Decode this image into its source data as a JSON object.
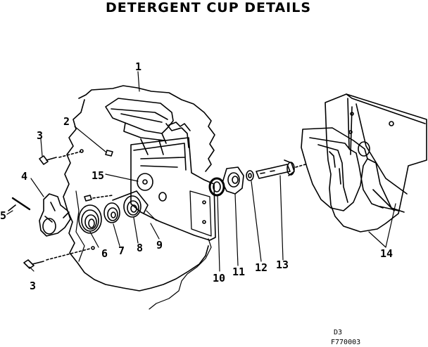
{
  "title": "DETERGENT CUP DETAILS",
  "part_labels": [
    "1",
    "2",
    "3",
    "4",
    "5",
    "15",
    "6",
    "7",
    "8",
    "9",
    "10",
    "11",
    "12",
    "13",
    "14",
    "3"
  ],
  "footer": {
    "sheet": "D3",
    "code": "F770003"
  }
}
